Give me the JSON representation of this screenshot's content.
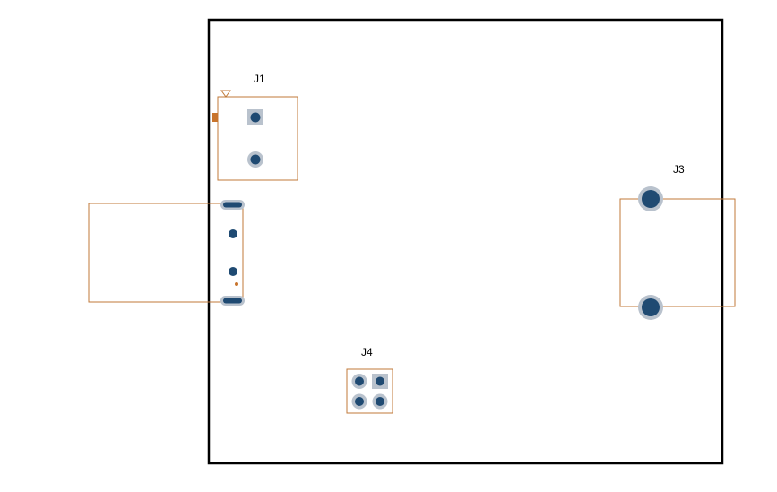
{
  "colors": {
    "board_outline": "#000000",
    "silkscreen": "#c07a3a",
    "pad_ring": "#b9c2cd",
    "pad_core": "#1f4a72",
    "copper": "#c8742d",
    "background": "#ffffff"
  },
  "components": {
    "j1": {
      "designator": "J1"
    },
    "j3": {
      "designator": "J3"
    },
    "j4": {
      "designator": "J4"
    }
  }
}
